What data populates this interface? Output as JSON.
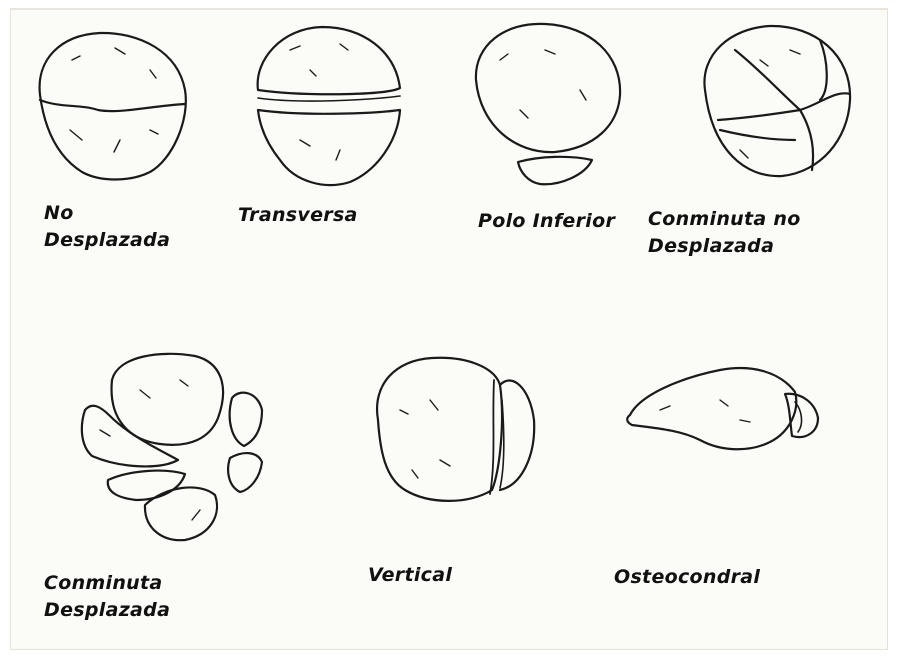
{
  "labels": {
    "no_desplazada": "No\nDesplazada",
    "transversa": "Transversa",
    "polo_inferior": "Polo Inferior",
    "conminuta_no_desplazada": "Conminuta no\nDesplazada",
    "conminuta_desplazada": "Conminuta\nDesplazada",
    "vertical": "Vertical",
    "osteocondral": "Osteocondral"
  },
  "colors": {
    "ink": "#1a1a1a",
    "background": "#fbfbf7",
    "frame": "#e4e2da"
  }
}
